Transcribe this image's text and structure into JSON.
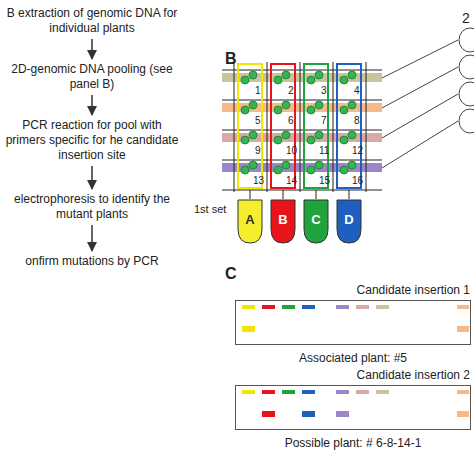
{
  "diagram": {
    "nodes": [
      {
        "text": [
          "B extraction of genomic DNA for individual plants"
        ]
      },
      {
        "text": [
          "2D-genomic DNA pooling (see panel B)"
        ]
      },
      {
        "text": [
          "PCR reaction for pool with primers specific for he candidate insertion site"
        ]
      },
      {
        "text": [
          "electrophoresis to identify the mutant plants"
        ]
      },
      {
        "text": [
          "onfirm mutations by PCR"
        ]
      },
      {
        "text": [
          "A"
        ]
      },
      {
        "text": [
          "B"
        ]
      },
      {
        "text": [
          "C"
        ]
      },
      {
        "text": [
          "D"
        ]
      },
      {
        "text": [
          "Candidate insertion 1",
          "Associated plant: #5"
        ]
      },
      {
        "text": [
          "Candidate insertion 2",
          "Possible plant: # 6-8-14-1"
        ]
      }
    ],
    "edges": [
      {
        "from": 0,
        "to": 1,
        "arrow": "to"
      },
      {
        "from": 1,
        "to": 2,
        "arrow": "to"
      },
      {
        "from": 2,
        "to": 3,
        "arrow": "to"
      },
      {
        "from": 3,
        "to": 4,
        "arrow": "to"
      }
    ],
    "labels": [
      "B",
      "1",
      "2",
      "3",
      "4",
      "5",
      "6",
      "7",
      "8",
      "9",
      "10",
      "11",
      "12",
      "13",
      "14",
      "15",
      "16",
      "1st set",
      "2",
      "C"
    ]
  }
}
